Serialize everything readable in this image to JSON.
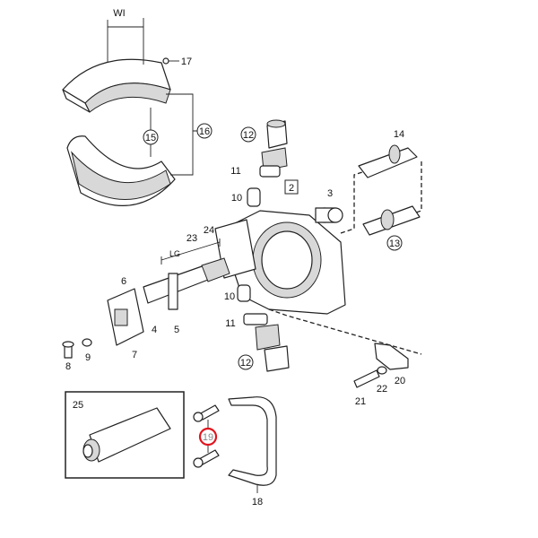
{
  "diagram": {
    "title": "Brake assembly exploded parts diagram",
    "highlight_color": "#e0141e",
    "labels": {
      "wi": "WI",
      "p17": "17",
      "p16": "16",
      "p15": "15",
      "p12a": "12",
      "p14": "14",
      "p2": "2",
      "p3": "3",
      "p11a": "11",
      "p10a": "10",
      "p23": "23",
      "p24": "24",
      "lg": "LG",
      "p6": "6",
      "p4": "4",
      "p5": "5",
      "p10b": "10",
      "p11b": "11",
      "p12b": "12",
      "p13": "13",
      "p8": "8",
      "p9": "9",
      "p7": "7",
      "p25": "25",
      "p19": "19",
      "p18": "18",
      "p21": "21",
      "p22": "22",
      "p20": "20"
    }
  }
}
